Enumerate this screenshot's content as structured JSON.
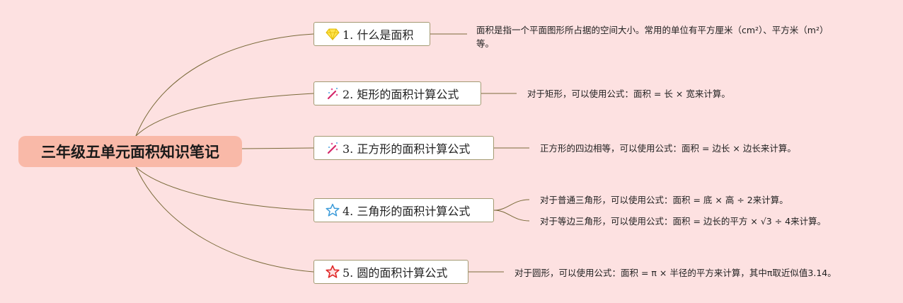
{
  "root": {
    "title": "三年级五单元面积知识笔记"
  },
  "topics": [
    {
      "label": "1. 什么是面积",
      "icon": "diamond-icon",
      "notes": [
        "面积是指一个平面图形所占据的空间大小。常用的单位有平方厘米（cm²）、平方米（m²）等。"
      ]
    },
    {
      "label": "2. 矩形的面积计算公式",
      "icon": "magic-wand-icon",
      "notes": [
        "对于矩形，可以使用公式：面积 = 长 × 宽来计算。"
      ]
    },
    {
      "label": "3. 正方形的面积计算公式",
      "icon": "magic-wand-icon",
      "notes": [
        "正方形的四边相等，可以使用公式：面积 = 边长 × 边长来计算。"
      ]
    },
    {
      "label": "4. 三角形的面积计算公式",
      "icon": "star-outline-icon",
      "notes": [
        "对于普通三角形，可以使用公式：面积 = 底 × 高 ÷ 2来计算。",
        "对于等边三角形，可以使用公式：面积 = 边长的平方 × √3 ÷ 4来计算。"
      ]
    },
    {
      "label": "5. 圆的面积计算公式",
      "icon": "star-red-icon",
      "notes": [
        "对于圆形，可以使用公式：面积 = π × 半径的平方来计算，其中π取近似值3.14。"
      ]
    }
  ],
  "colors": {
    "background": "#fde1e1",
    "root": "#f9b9a8",
    "line": "#7a6a3a",
    "topic_border": "#a39a72"
  }
}
